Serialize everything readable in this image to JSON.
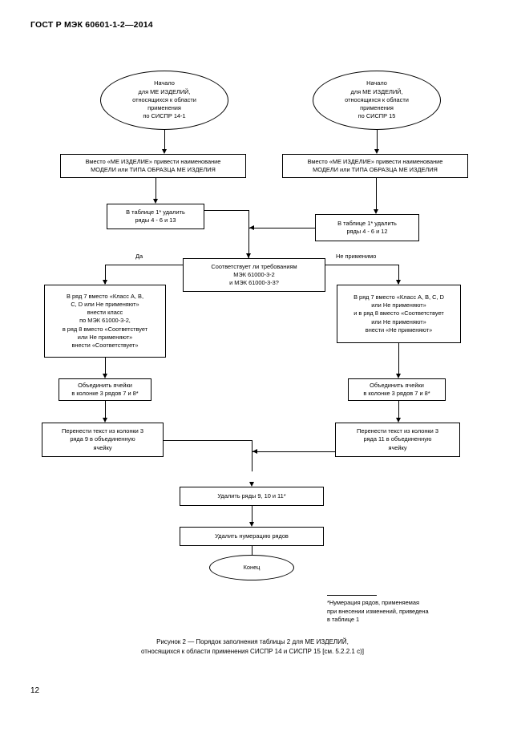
{
  "document": {
    "standard_header": "ГОСТ Р МЭК 60601-1-2—2014",
    "page_number": "12"
  },
  "flowchart": {
    "start_left": "Начало\nдля МЕ ИЗДЕЛИЙ,\nотносящихся к области\nприменения\nпо СИСПР 14-1",
    "start_left_lines": {
      "l1": "Начало",
      "l2": "для МЕ ИЗДЕЛИЙ,",
      "l3": "относящихся к области",
      "l4": "применения",
      "l5": "по СИСПР 14-1"
    },
    "start_right_lines": {
      "l1": "Начало",
      "l2": "для МЕ ИЗДЕЛИЙ,",
      "l3": "относящихся к области",
      "l4": "применения",
      "l5": "по СИСПР 15"
    },
    "rename_left": {
      "l1": "Вместо «МЕ ИЗДЕЛИЕ» привести наименование",
      "l2": "МОДЕЛИ или ТИПА ОБРАЗЦА МЕ ИЗДЕЛИЯ"
    },
    "rename_right": {
      "l1": "Вместо «МЕ ИЗДЕЛИЕ» привести наименование",
      "l2": "МОДЕЛИ или ТИПА ОБРАЗЦА МЕ ИЗДЕЛИЯ"
    },
    "table_left": {
      "l1": "В таблице 1* удалить",
      "l2": "ряды 4 - 6 и 13"
    },
    "table_right": {
      "l1": "В таблице 1* удалить",
      "l2": "ряды 4 - 6 и 12"
    },
    "decision": {
      "l1": "Соответствует ли требованиям",
      "l2": "МЭК 61000-3-2",
      "l3": "и МЭК 61000-3-3?"
    },
    "branch_yes": "Да",
    "branch_na": "Не применимо",
    "action_left": {
      "l1": "В ряд 7 вместо «Класс A, B,",
      "l2": "C, D или Не применяют»",
      "l3": "внести класс",
      "l4": "по МЭК 61000-3-2,",
      "l5": "в ряд 8 вместо «Соответствует",
      "l6": "или Не применяют»",
      "l7": "внести «Соответствует»"
    },
    "action_right": {
      "l1": "В ряд 7 вместо «Класс A, B, C, D",
      "l2": "или Не применяют»",
      "l3": "и в ряд 8 вместо «Соответствует",
      "l4": "или Не применяют»",
      "l5": "внести «Не применяют»"
    },
    "merge_left": {
      "l1": "Объединить ячейки",
      "l2": "в колонке 3 рядов 7 и 8*"
    },
    "merge_right": {
      "l1": "Объединить ячейки",
      "l2": "в колонке 3 рядов 7 и 8*"
    },
    "transfer_left": {
      "l1": "Перенести текст из колонки 3",
      "l2": "ряда 9 в объединенную",
      "l3": "ячейку"
    },
    "transfer_right": {
      "l1": "Перенести текст из колонки 3",
      "l2": "ряда 11 в объединенную",
      "l3": "ячейку"
    },
    "delete_rows": "Удалить ряды 9, 10 и 11*",
    "delete_numbering": "Удалить нумерацию рядов",
    "end": "Конец"
  },
  "footnote": {
    "l1": "*Нумерация рядов, применяемая",
    "l2": "при внесении изменений, приведена",
    "l3": "в таблице 1"
  },
  "caption": {
    "l1": "Рисунок 2 — Порядок заполнения таблицы 2 для МЕ ИЗДЕЛИЙ,",
    "l2": "относящихся к области применения  СИСПР 14  и СИСПР 15 [см. 5.2.2.1 с)]"
  }
}
